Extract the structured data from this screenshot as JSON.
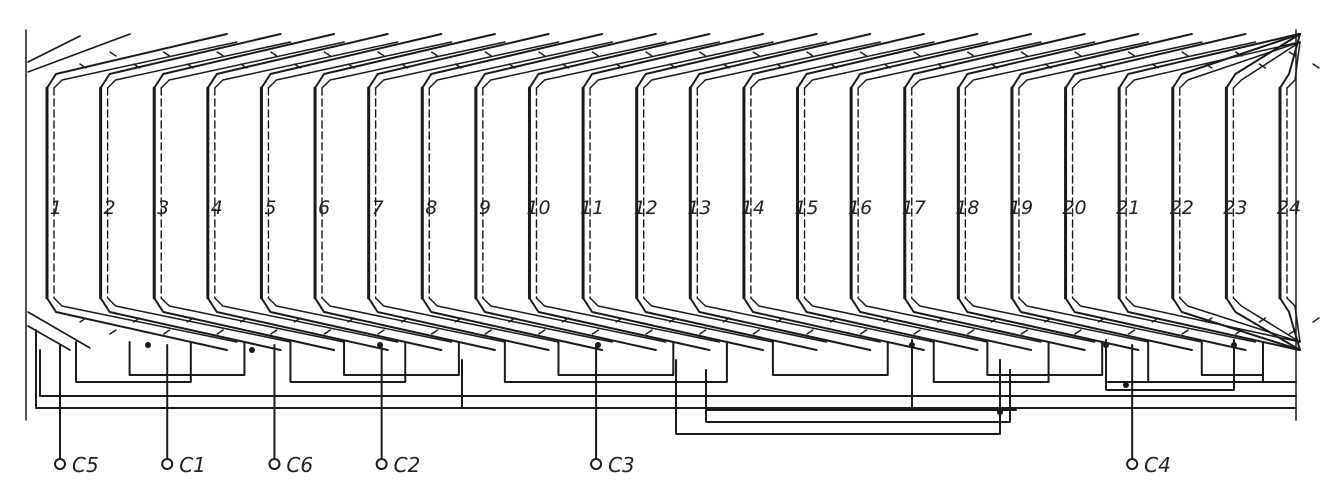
{
  "slots": [
    {
      "label": "1"
    },
    {
      "label": "2"
    },
    {
      "label": "3"
    },
    {
      "label": "4"
    },
    {
      "label": "5"
    },
    {
      "label": "6"
    },
    {
      "label": "7"
    },
    {
      "label": "8"
    },
    {
      "label": "9"
    },
    {
      "label": "10"
    },
    {
      "label": "11"
    },
    {
      "label": "12"
    },
    {
      "label": "13"
    },
    {
      "label": "14"
    },
    {
      "label": "15"
    },
    {
      "label": "16"
    },
    {
      "label": "17"
    },
    {
      "label": "18"
    },
    {
      "label": "19"
    },
    {
      "label": "20"
    },
    {
      "label": "21"
    },
    {
      "label": "22"
    },
    {
      "label": "23"
    },
    {
      "label": "24"
    }
  ],
  "terminals": [
    {
      "label": "C5",
      "slot": 1
    },
    {
      "label": "C1",
      "slot": 3
    },
    {
      "label": "C6",
      "slot": 5
    },
    {
      "label": "C2",
      "slot": 7
    },
    {
      "label": "C3",
      "slot": 11
    },
    {
      "label": "C4",
      "slot": 21
    }
  ],
  "colors": {
    "line": "#1a1a1a",
    "background": "#ffffff"
  }
}
